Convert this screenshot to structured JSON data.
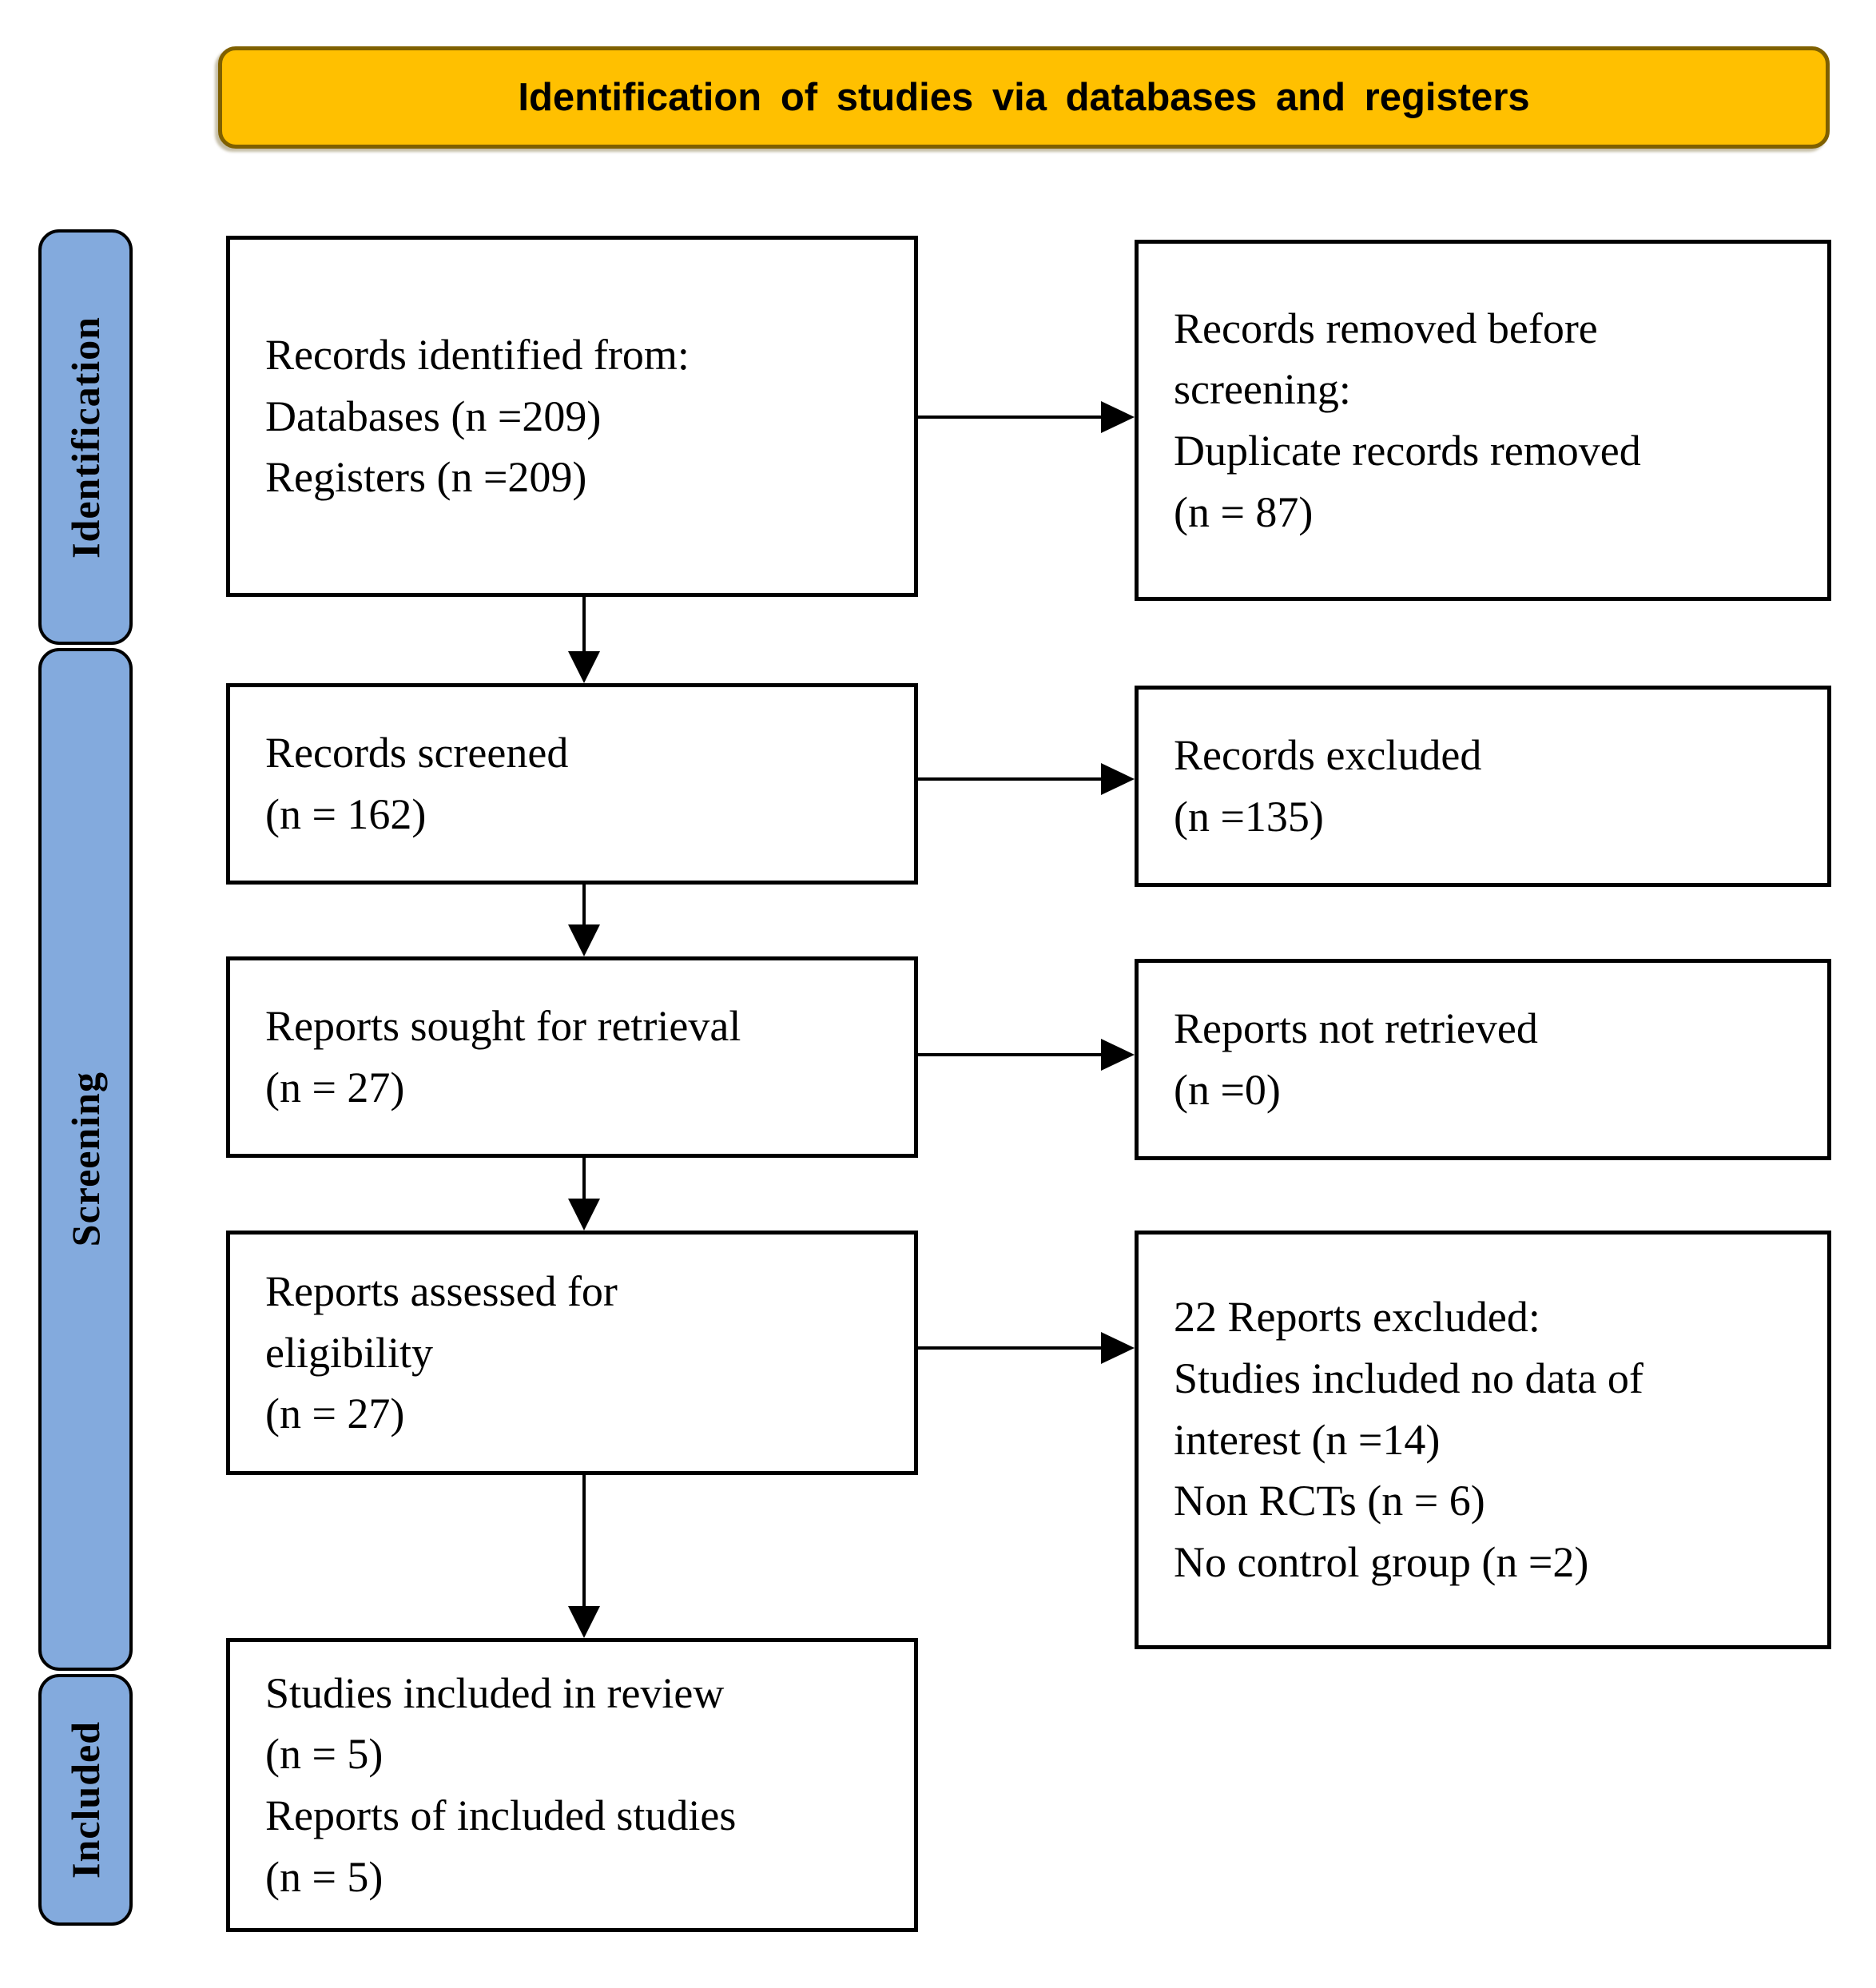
{
  "title": "Identification of studies via databases and registers",
  "sidebar": {
    "identification": "Identification",
    "screening": "Screening",
    "included": "Included"
  },
  "flow": {
    "records_identified": "Records identified from:\nDatabases (n =209)\nRegisters (n =209)",
    "records_removed": "Records removed before\nscreening:\nDuplicate records removed\n(n = 87)",
    "records_screened": "Records screened\n(n = 162)",
    "records_excluded": "Records excluded\n(n =135)",
    "reports_sought": "Reports sought for retrieval\n(n = 27)",
    "reports_not_retrieved": "Reports not retrieved\n(n =0)",
    "reports_assessed": "Reports assessed for\neligibility\n(n = 27)",
    "reports_excluded": "22 Reports excluded:\nStudies included no data of\ninterest (n =14)\nNon RCTs (n = 6)\nNo control group (n =2)",
    "studies_included": "Studies included in review\n(n = 5)\nReports of included studies\n(n = 5)"
  },
  "counts": {
    "databases": 209,
    "registers": 209,
    "duplicates_removed": 87,
    "records_screened": 162,
    "records_excluded": 135,
    "reports_sought": 27,
    "reports_not_retrieved": 0,
    "reports_assessed": 27,
    "reports_excluded_total": 22,
    "no_data_of_interest": 14,
    "non_rcts": 6,
    "no_control_group": 2,
    "studies_included": 5,
    "reports_of_included_studies": 5
  },
  "colors": {
    "banner_fill": "#FFC000",
    "banner_border": "#7F6000",
    "stage_fill": "#83AADD",
    "stage_border": "#000000",
    "box_border": "#000000",
    "arrow": "#000000",
    "background": "#FFFFFF",
    "text": "#000000"
  }
}
